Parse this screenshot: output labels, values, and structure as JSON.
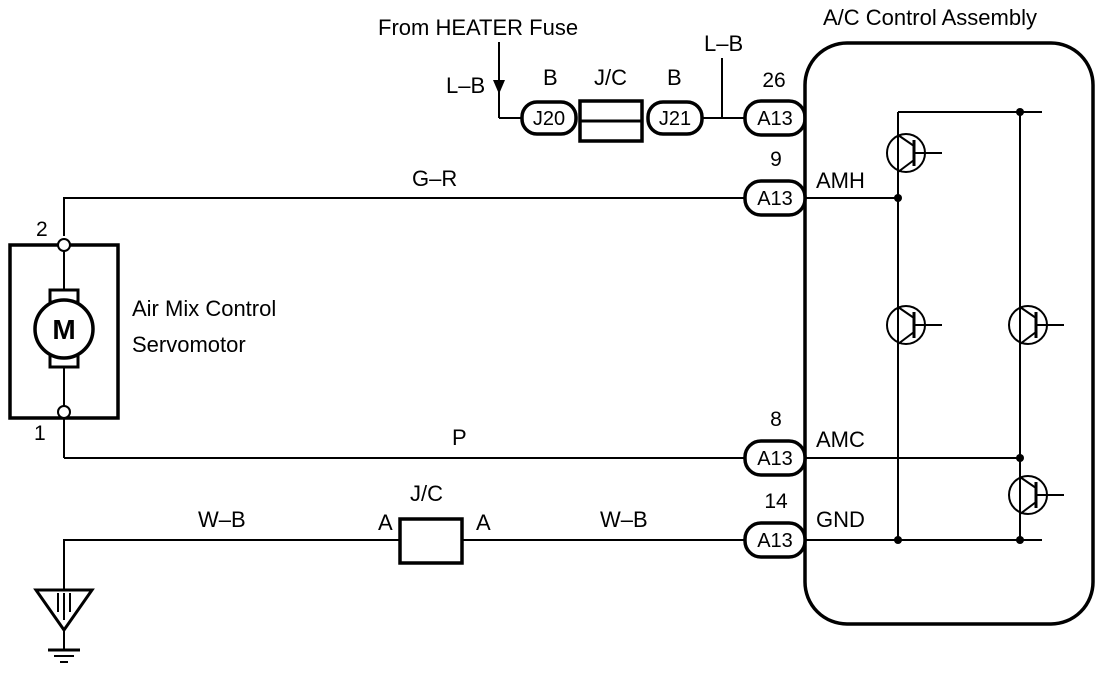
{
  "labels": {
    "fuse_source": "From HEATER Fuse",
    "assembly": "A/C Control Assembly",
    "motor_line1": "Air Mix Control",
    "motor_line2": "Servomotor",
    "motor_symbol": "M"
  },
  "wires": {
    "fuse_in": "L–B",
    "j20_side": "B",
    "j21_side": "B",
    "jc_top": "J/C",
    "to_a13_26": "L–B",
    "amh_wire": "G–R",
    "amc_wire": "P",
    "gnd_left": "W–B",
    "gnd_right": "W–B",
    "jc_bottom": "J/C",
    "jc_pin_left": "A",
    "jc_pin_right": "A"
  },
  "connectors": {
    "j20": "J20",
    "j21": "J21",
    "a13": "A13"
  },
  "pins": {
    "p26": "26",
    "p9": "9",
    "p8": "8",
    "p14": "14",
    "motor_top": "2",
    "motor_bottom": "1"
  },
  "terminals": {
    "amh": "AMH",
    "amc": "AMC",
    "gnd": "GND"
  }
}
